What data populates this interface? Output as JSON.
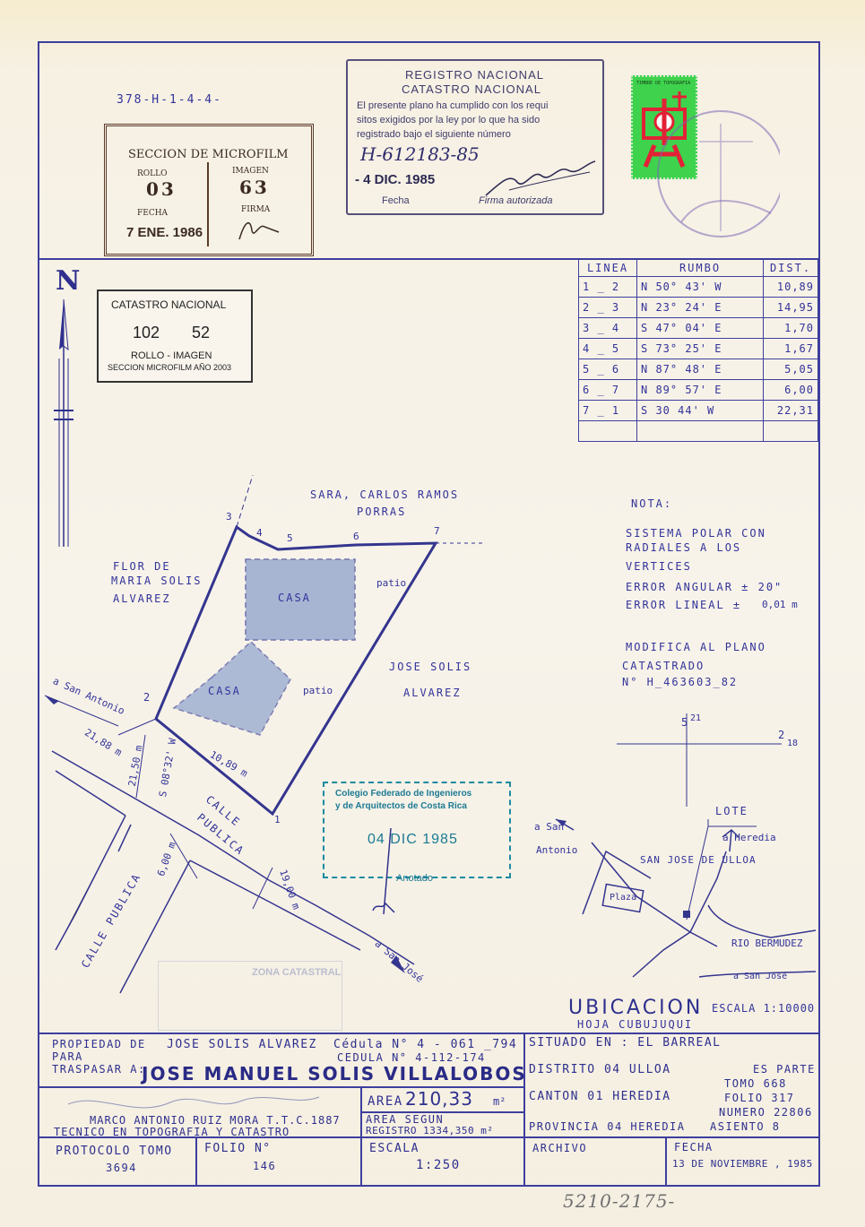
{
  "top_ref": "378-H-1-4-4-",
  "microfilm": {
    "title": "SECCION DE MICROFILM",
    "rollo_label": "ROLLO",
    "imagen_label": "IMAGEN",
    "rollo": "03",
    "imagen": "63",
    "fecha_label": "FECHA",
    "firma_label": "FIRMA",
    "fecha": "7 ENE. 1986"
  },
  "registro": {
    "line1": "REGISTRO NACIONAL",
    "line2": "CATASTRO NACIONAL",
    "body1": "El presente plano ha cumplido con los requi",
    "body2": "sitos exigidos por la ley por lo que ha sido",
    "body3": "registrado bajo el siguiente número",
    "numero": "H-612183-85",
    "fecha": "- 4 DIC. 1985",
    "fecha_label": "Fecha",
    "firma_label": "Firma autorizada"
  },
  "catastro": {
    "title": "CATASTRO NACIONAL",
    "rollo": "102",
    "imagen": "52",
    "label": "ROLLO - IMAGEN",
    "seccion": "SECCION MICROFILM AÑO 2003"
  },
  "north": "N",
  "rumbo_table": {
    "headers": [
      "LINEA",
      "RUMBO",
      "DIST."
    ],
    "rows": [
      {
        "linea": "1 _ 2",
        "rumbo": "N  50°  43' W",
        "dist": "10,89"
      },
      {
        "linea": "2 _ 3",
        "rumbo": "N  23°  24'  E",
        "dist": "14,95"
      },
      {
        "linea": "3 _ 4",
        "rumbo": "S  47°  04'  E",
        "dist": "1,70"
      },
      {
        "linea": "4 _ 5",
        "rumbo": "S  73°  25'  E",
        "dist": "1,67"
      },
      {
        "linea": "5 _ 6",
        "rumbo": "N  87°  48'  E",
        "dist": "5,05"
      },
      {
        "linea": "6 _ 7",
        "rumbo": "N  89°  57'  E",
        "dist": "6,00"
      },
      {
        "linea": "7 _ 1",
        "rumbo": "S  30    44'  W",
        "dist": "22,31"
      }
    ]
  },
  "plan": {
    "north_owner_1": "SARA, CARLOS RAMOS",
    "north_owner_2": "PORRAS",
    "west_owner_1": "FLOR DE",
    "west_owner_2": "MARIA SOLIS",
    "west_owner_3": "ALVAREZ",
    "east_owner_1": "JOSE  SOLIS",
    "east_owner_2": "ALVAREZ",
    "casa": "CASA",
    "patio": "patio",
    "calle_1": "CALLE",
    "calle_2": "PUBLICA",
    "calle_publica": "CALLE PUBLICA",
    "a_san_antonio": "a San Antonio",
    "a_san_jose": "a San José",
    "dim_21_88": "21,88 m",
    "dim_21_50": "21,50 m",
    "dim_bearing": "S 08°32' W",
    "dim_10_89": "10,89 m",
    "dim_6_00": "6,00 m",
    "dim_19_00": "19,00 m",
    "v1": "1",
    "v2": "2",
    "v3": "3",
    "v4": "4",
    "v5": "5",
    "v6": "6",
    "v7": "7"
  },
  "nota": {
    "title": "NOTA:",
    "l1": "SISTEMA POLAR CON",
    "l2": "RADIALES A LOS",
    "l3": "VERTICES",
    "l4": "ERROR ANGULAR ± 20\"",
    "l5": "ERROR LINEAL ±",
    "l5b": "0,01 m",
    "l6": "MODIFICA AL PLANO",
    "l7": "CATASTRADO",
    "l8": "N° H_463603_82"
  },
  "colegio": {
    "l1": "Colegio Federado de Ingenieros",
    "l2": "y de Arquitectos de Costa Rica",
    "fecha": "04 DIC 1985",
    "anotado": "Anotado"
  },
  "ubicacion": {
    "title": "UBICACION",
    "escala": "ESCALA 1:10000",
    "hoja": "HOJA CUBUJUQUI",
    "lote": "LOTE",
    "heredia": "a Heredia",
    "san_antonio_1": "a San",
    "san_antonio_2": "Antonio",
    "san_jose_ulloa": "SAN JOSE DE ULLOA",
    "plaza": "Plaza",
    "rio": "RIO BERMUDEZ",
    "san_jose": "a San José",
    "g5": "5",
    "g21": "21",
    "g2": "2",
    "g18": "18"
  },
  "footer": {
    "propiedad_label": "PROPIEDAD DE",
    "propiedad": "JOSE SOLIS ALVAREZ",
    "cedula1": "Cédula N° 4 - 061 _794",
    "para_label": "PARA",
    "traspasar_label": "TRASPASAR A:",
    "cedula2": "CEDULA N° 4-112-174",
    "traspasar": "JOSE MANUEL SOLIS VILLALOBOS",
    "situado": "SITUADO EN : EL BARREAL",
    "distrito": "DISTRITO 04 ULLOA",
    "canton": "CANTON 01  HEREDIA",
    "provincia": "PROVINCIA 04 HEREDIA",
    "es_parte": "ES PARTE",
    "tomo": "TOMO 668",
    "folio": "FOLIO 317",
    "numero": "NUMERO 22806",
    "asiento": "ASIENTO  8",
    "tecnico_1": "MARCO ANTONIO  RUIZ MORA T.T.C.1887",
    "tecnico_2": "TECNICO EN TOPOGRAFIA Y CATASTRO",
    "area_label": "AREA",
    "area": "210,33",
    "area_unit": "m²",
    "area_segun": "AREA SEGUN",
    "registro": "REGISTRO 1334,350 m²",
    "protocolo_label": "PROTOCOLO TOMO",
    "protocolo": "3694",
    "folio_label": "FOLIO N°",
    "folio_num": "146",
    "escala_label": "ESCALA",
    "escala": "1:250",
    "archivo_label": "ARCHIVO",
    "fecha_label": "FECHA",
    "fecha": "13 DE NOVIEMBRE , 1985"
  },
  "bottom_ref": "5210-2175-",
  "sello": {
    "zona": "ZONA CATASTRAL",
    "timbre": "TIMBRE DE TOPOGRAFIA"
  },
  "colors": {
    "ink": "#33339a",
    "paper": "#f7f3ea",
    "stamp_green": "#3fcf4a",
    "stamp_red": "#d9293a"
  }
}
